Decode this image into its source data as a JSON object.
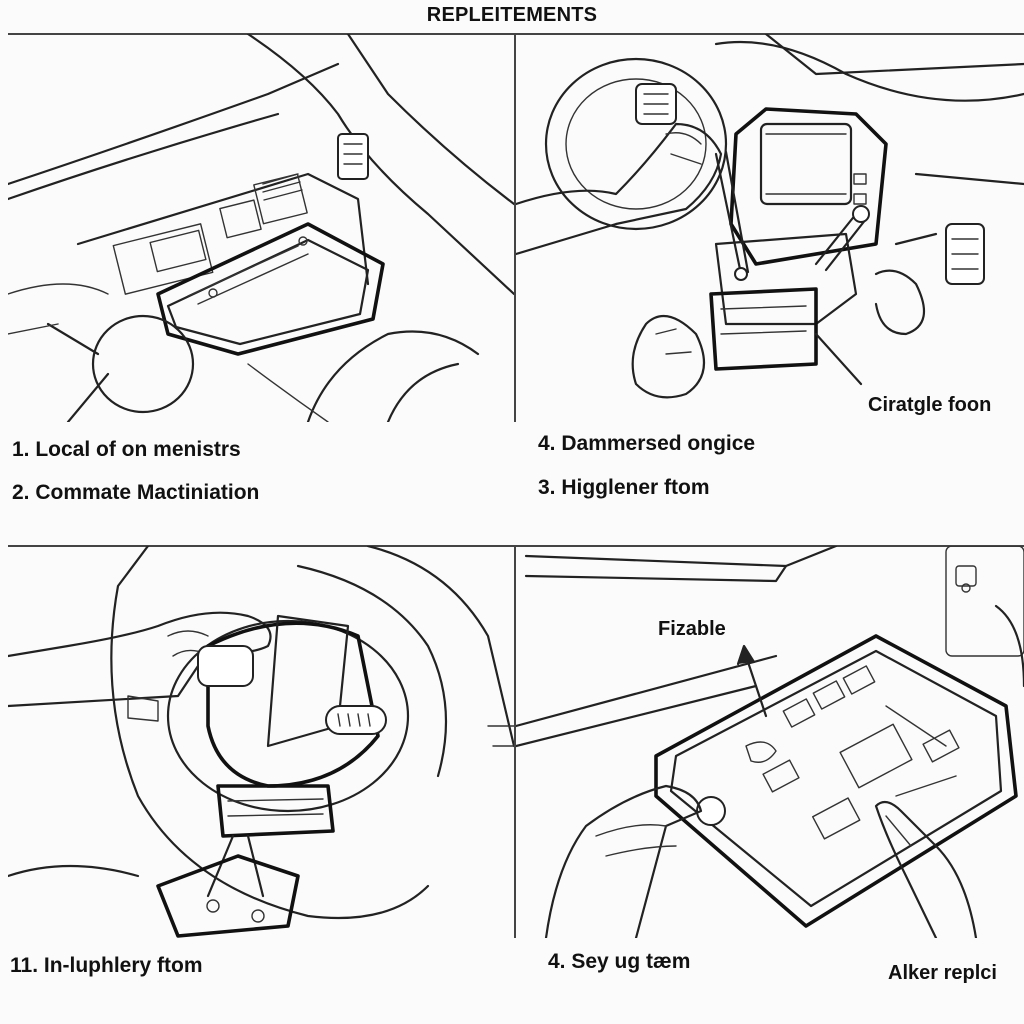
{
  "title": "REPLEITEMENTS",
  "captions": {
    "step_1": "1.  Local of on menistrs",
    "step_2": "2.  Commate Mactiniation",
    "step_4a": "4.  Dammersed ongice",
    "step_3": "3.  Higglener ftom",
    "step_11": "11.  In-luphlery ftom",
    "step_4b": "4.  Sey ug tæm"
  },
  "callouts": {
    "panel_2": "Ciratgle foon",
    "panel_4": "Fizable",
    "corner": "Alker replci"
  },
  "icons": {
    "panel_1": "dashboard-glovebox-icon",
    "panel_2": "hand-dash-unit-icon",
    "panel_3": "hand-airbag-module-icon",
    "panel_4": "hands-control-board-icon",
    "arrow": "callout-arrow-icon"
  }
}
